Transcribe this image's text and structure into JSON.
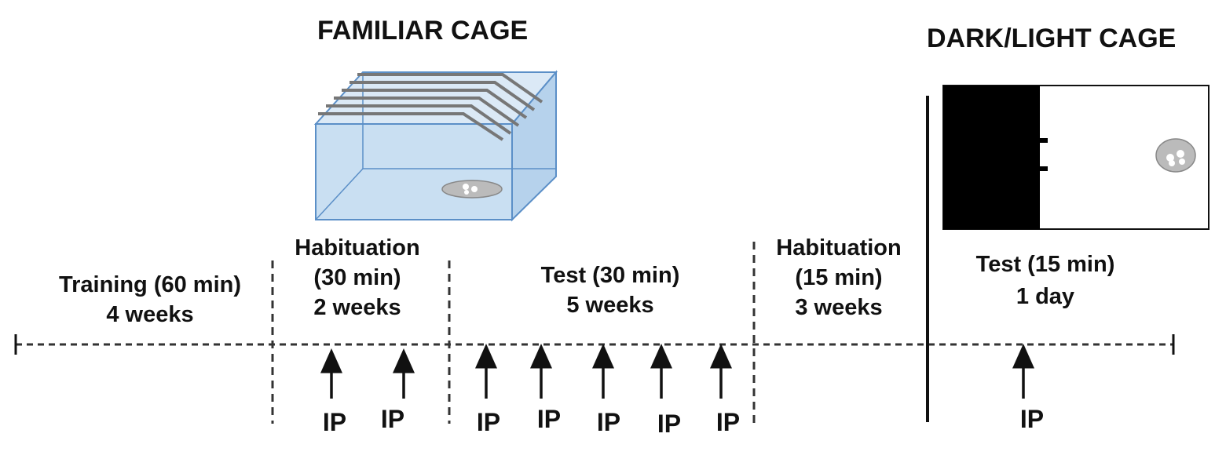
{
  "titles": {
    "familiar_cage": "FAMILIAR CAGE",
    "dark_light_cage": "DARK/LIGHT CAGE"
  },
  "phases": [
    {
      "line1": "Training (60 min)",
      "line2": "4 weeks"
    },
    {
      "line1": "Habituation",
      "line2": "(30 min)",
      "line3": "2 weeks"
    },
    {
      "line1": "Test (30 min)",
      "line2": "5 weeks"
    },
    {
      "line1": "Habituation",
      "line2": "(15 min)",
      "line3": "3 weeks"
    },
    {
      "line1": "Test (15 min)",
      "line2": "1 day"
    }
  ],
  "injection_label": "IP",
  "injection_count": 8
}
